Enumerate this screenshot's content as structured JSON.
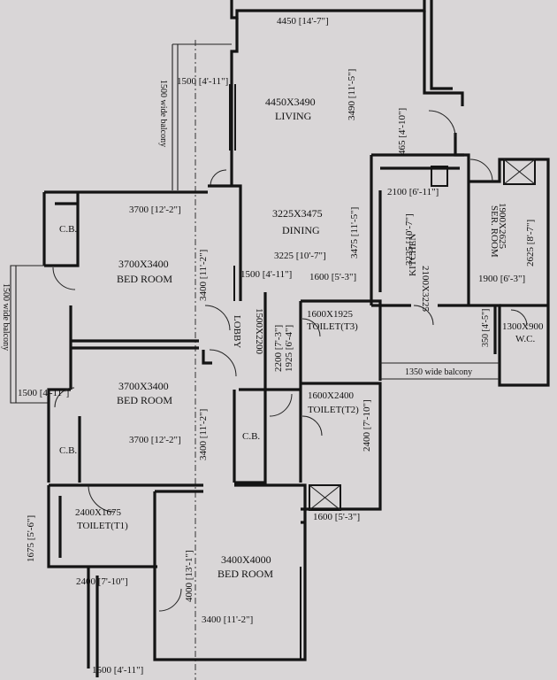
{
  "rooms": {
    "living_size": "4450X3490",
    "living_name": "LIVING",
    "dining_size": "3225X3475",
    "dining_name": "DINING",
    "bed1_size": "3700X3400",
    "bed1_name": "BED ROOM",
    "bed2_size": "3700X3400",
    "bed2_name": "BED ROOM",
    "bed3_size": "3400X4000",
    "bed3_name": "BED ROOM",
    "kitchen_size": "2100X3225",
    "kitchen_name": "KITCHEN",
    "ser_size": "1900X2625",
    "ser_name": "SER. ROOM",
    "lobby_size": "1500X2200",
    "lobby_name": "LOBBY",
    "t1_size": "2400X1675",
    "t1_name": "TOILET(T1)",
    "t2_size": "1600X2400",
    "t2_name": "TOILET(T2)",
    "t3_size": "1600X1925",
    "t3_name": "TOILET(T3)",
    "wc_size": "1300X900",
    "wc_name": "W.C.",
    "cb_1": "C.B.",
    "cb_2": "C.B.",
    "cb_3": "C.B."
  },
  "dims": {
    "d1": "4450 [14'-7\"]",
    "d2": "3490 [11'-5\"]",
    "d3": "465 [4'-10\"]",
    "d4": "1500 [4'-11\"]",
    "d5": "1500 wide balcony",
    "d6": "3700 [12'-2\"]",
    "d7": "3400 [11'-2\"]",
    "d8": "2100 [6'-11\"]",
    "d9": "3225 [10'-7\"]",
    "d10": "3475 [11'-5\"]",
    "d11": "3225 [10'-7\"]",
    "d12": "1500 [4'-11\"]",
    "d13": "1600 [5'-3\"]",
    "d14": "2100X3225",
    "d15": "1900X2625",
    "d16": "2625 [8'-7\"]",
    "d17": "1900 [6'-3\"]",
    "d18": "2200 [7'-3\"]",
    "d19": "1925 [6'-4\"]",
    "d20": "1350 wide balcony",
    "d21": "1500 wide balcony",
    "d22": "1500 [4'-11\"]",
    "d23": "3700 [12'-2\"]",
    "d24": "3400 [11'-2\"]",
    "d25": "2400 [7'-10\"]",
    "d26": "1600 [5'-3\"]",
    "d27": "1675 [5'-6\"]",
    "d28": "2400 [7'-10\"]",
    "d29": "4000 [13'-1\"]",
    "d30": "3400 [11'-2\"]",
    "d31": "1500 [4'-11\"]",
    "d32": "350 [4'-5\"]",
    "d33": "1900X2625"
  }
}
